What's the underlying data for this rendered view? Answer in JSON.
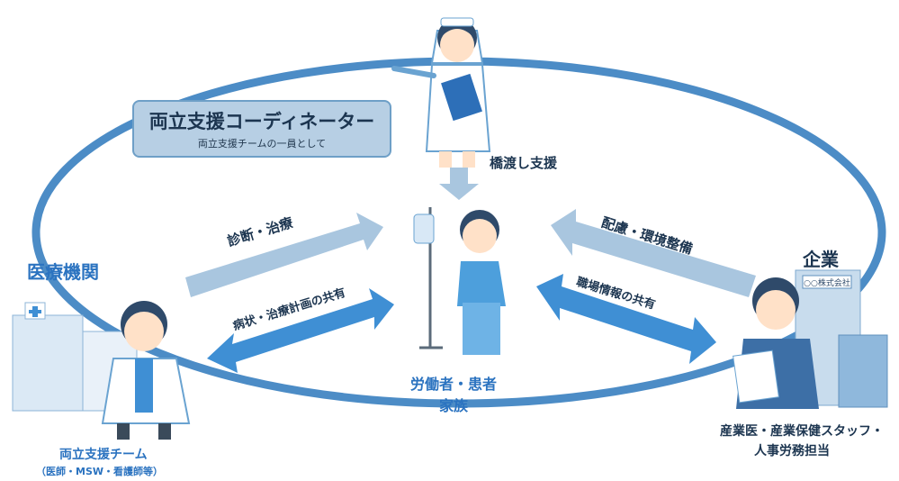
{
  "coordinator": {
    "title": "両立支援コーディネーター",
    "subtitle": "両立支援チームの一員として"
  },
  "labels": {
    "bridge_support": "橋渡し支援",
    "medical_institution": "医療機関",
    "company": "企業",
    "diagnosis": "診断・治療",
    "share_plan": "病状・治療計画の共有",
    "consideration": "配慮・環境整備",
    "share_workplace": "職場情報の共有",
    "worker_line1": "労働者・患者",
    "worker_line2": "家族",
    "team_line1": "両立支援チーム",
    "team_line2": "（医師・MSW・看護師等）",
    "company_staff_line1": "産業医・産業保健スタッフ・",
    "company_staff_line2": "人事労務担当",
    "building_sign": "○○株式会社"
  },
  "colors": {
    "ellipse": "#4c8cc6",
    "dark_arrow": "#3f8fd4",
    "light_arrow": "#a9c6df",
    "text_blue": "#2b73c0"
  }
}
